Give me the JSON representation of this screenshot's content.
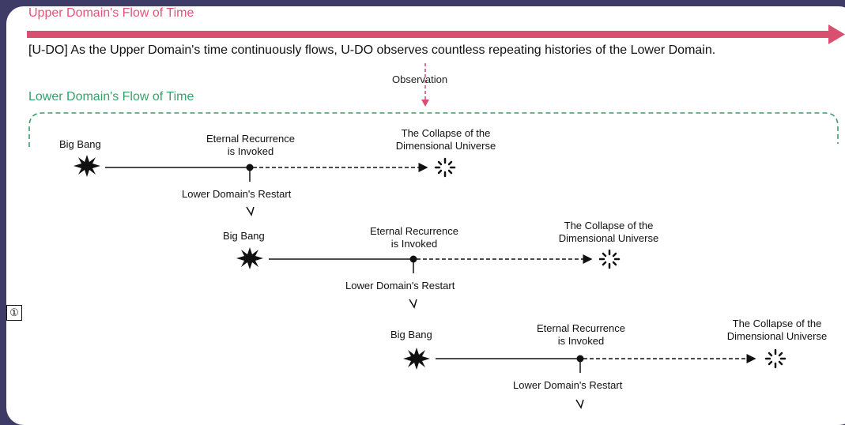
{
  "upper_domain": {
    "title": "Upper Domain's Flow of Time",
    "udo_statement": "[U-DO] As the Upper Domain's time continuously flows, U-DO observes countless repeating histories of the Lower Domain.",
    "observation_label": "Observation"
  },
  "lower_domain": {
    "title": "Lower Domain's Flow of Time",
    "marker": "①",
    "cycles": [
      {
        "big_bang": "Big Bang",
        "recurrence_line1": "Eternal Recurrence",
        "recurrence_line2": "is Invoked",
        "collapse_line1": "The Collapse of the",
        "collapse_line2": "Dimensional Universe",
        "restart": "Lower Domain's Restart"
      },
      {
        "big_bang": "Big Bang",
        "recurrence_line1": "Eternal Recurrence",
        "recurrence_line2": "is Invoked",
        "collapse_line1": "The Collapse of the",
        "collapse_line2": "Dimensional Universe",
        "restart": "Lower Domain's Restart"
      },
      {
        "big_bang": "Big Bang",
        "recurrence_line1": "Eternal Recurrence",
        "recurrence_line2": "is Invoked",
        "collapse_line1": "The Collapse of the",
        "collapse_line2": "Dimensional Universe",
        "restart": "Lower Domain's Restart"
      }
    ]
  },
  "colors": {
    "background": "#3f3b67",
    "upper_arrow": "#d94f6f",
    "lower_frame": "#3aa06a"
  }
}
